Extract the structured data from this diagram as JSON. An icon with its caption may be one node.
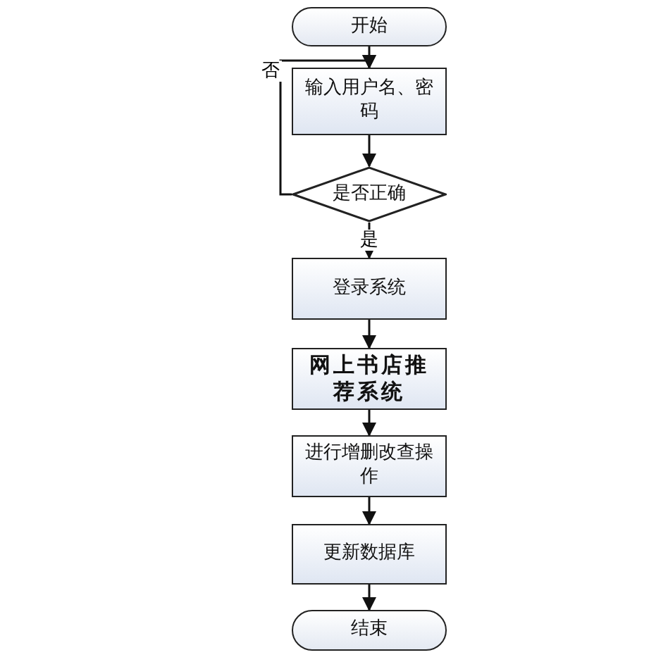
{
  "diagram": {
    "nodes": [
      {
        "text": [
          "开始"
        ]
      },
      {
        "text": [
          "输入用户名、密码"
        ]
      },
      {
        "text": [
          "是否正确"
        ]
      },
      {
        "text": [
          "登录系统"
        ]
      },
      {
        "text": [
          "网上书店推荐系统"
        ]
      },
      {
        "text": [
          "进行增删改查操作"
        ]
      },
      {
        "text": [
          "更新数据库"
        ]
      },
      {
        "text": [
          "结束"
        ]
      }
    ],
    "edges": [
      {
        "from": 0,
        "to": 1,
        "arrow": "to"
      },
      {
        "from": 1,
        "to": 2,
        "arrow": "to"
      },
      {
        "from": 2,
        "to": 1,
        "arrow": "to",
        "label": "否"
      },
      {
        "from": 2,
        "to": 3,
        "arrow": "to",
        "label": "是"
      },
      {
        "from": 3,
        "to": 4,
        "arrow": "to"
      },
      {
        "from": 4,
        "to": 5,
        "arrow": "to"
      },
      {
        "from": 5,
        "to": 6,
        "arrow": "to"
      },
      {
        "from": 6,
        "to": 7,
        "arrow": "to"
      }
    ]
  }
}
